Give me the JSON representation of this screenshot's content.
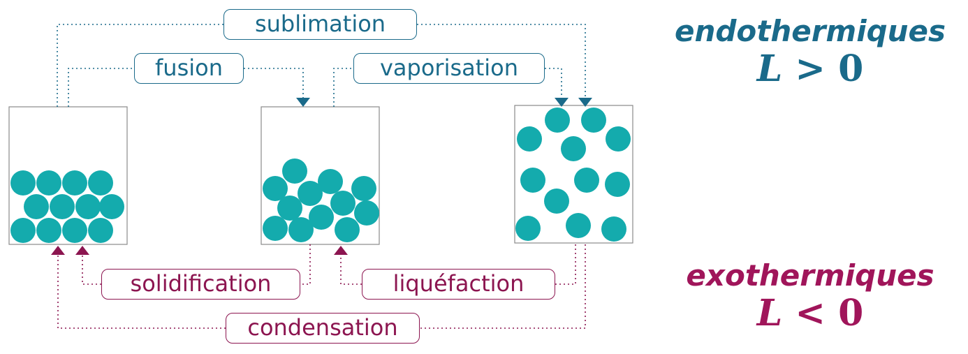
{
  "labels": {
    "sublimation": "sublimation",
    "fusion": "fusion",
    "vaporisation": "vaporisation",
    "solidification": "solidification",
    "liquefaction": "liquéfaction",
    "condensation": "condensation"
  },
  "endothermic": {
    "title": "endothermiques",
    "var": "L",
    "op": " > ",
    "value": "0"
  },
  "exothermic": {
    "title": "exothermiques",
    "var": "L",
    "op": " < ",
    "value": "0"
  },
  "colors": {
    "endo": "#1a6a8a",
    "exo": "#8c1550",
    "particle": "#14abad",
    "box": "#888888"
  },
  "icons": {
    "particle": "circle"
  }
}
